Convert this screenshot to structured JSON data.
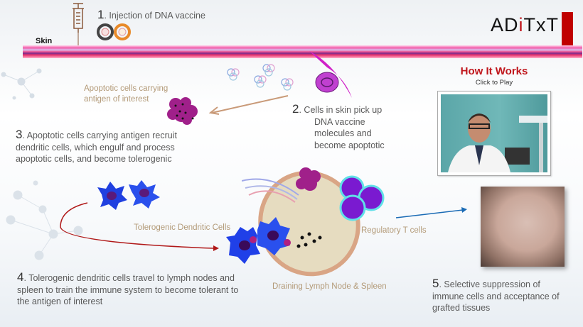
{
  "logo": {
    "prefix": "AD",
    "accent": "i",
    "suffix": "TxT"
  },
  "skin": {
    "label": "Skin"
  },
  "steps": [
    {
      "num": "1",
      "text": ". Injection of DNA vaccine"
    },
    {
      "num": "2",
      "lines": [
        ". Cells in skin pick up",
        "DNA vaccine",
        "molecules and",
        "become apoptotic"
      ]
    },
    {
      "num": "3",
      "lines": [
        ". Apoptotic cells carrying antigen recruit",
        "dendritic cells, which engulf and process",
        "apoptotic cells, and become tolerogenic"
      ]
    },
    {
      "num": "4",
      "lines": [
        ". Tolerogenic dendritic cells travel to lymph nodes and",
        "spleen to train the immune system to become tolerant to",
        "the antigen of interest"
      ]
    },
    {
      "num": "5",
      "lines": [
        ". Selective suppression of",
        "immune cells and acceptance of",
        "grafted tissues"
      ]
    }
  ],
  "labels": {
    "apoptotic": [
      "Apoptotic cells carrying",
      "antigen of interest"
    ],
    "tolerogenic": "Tolerogenic Dendritic Cells",
    "regulatory": "Regulatory T cells",
    "lymph": "Draining Lymph Node & Spleen"
  },
  "video": {
    "title": "How It Works",
    "subtitle": "Click to Play"
  },
  "colors": {
    "accent_red": "#c0161c",
    "label_tan": "#b39a78",
    "arrow_red": "#b01818",
    "arrow_blue": "#1a6bb5",
    "arrow_tan": "#c99a78"
  }
}
